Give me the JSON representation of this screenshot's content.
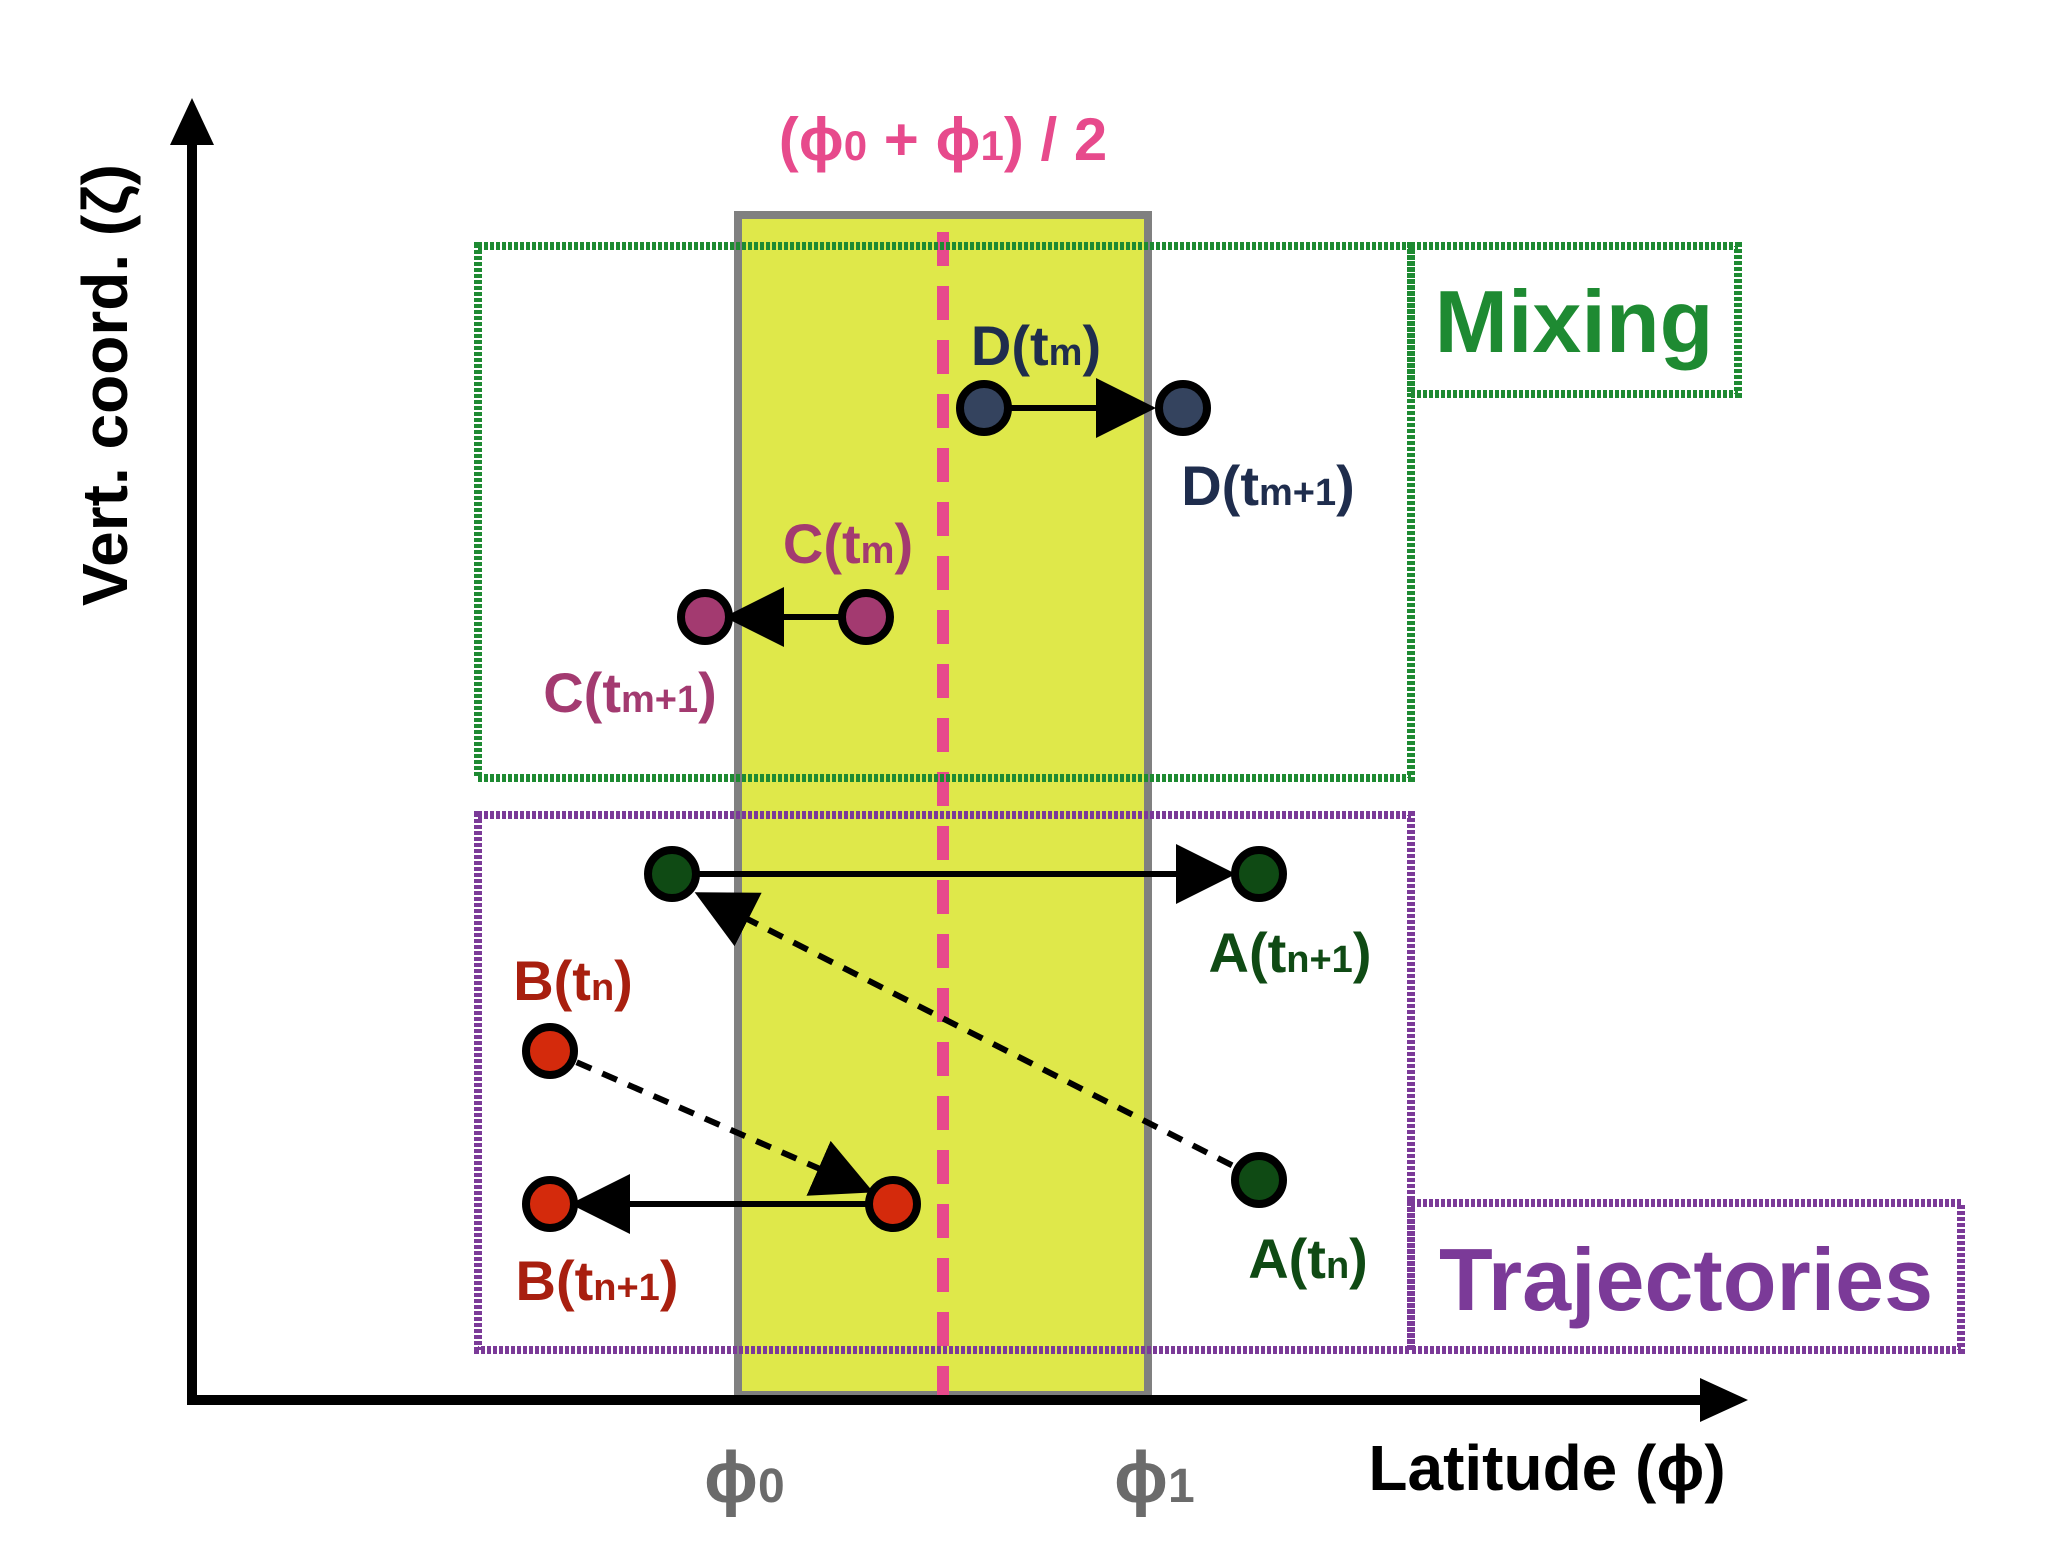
{
  "axes": {
    "y_label": "Vert. coord. (ζ)",
    "x_label": "Latitude (ϕ)",
    "ticks": [
      {
        "symbol": "ϕ",
        "sub": "0"
      },
      {
        "symbol": "ϕ",
        "sub": "1"
      }
    ]
  },
  "midline_label": {
    "open": "(ϕ",
    "sub0": "0",
    "plus": " + ϕ",
    "sub1": "1",
    "close": ") / 2"
  },
  "regions": {
    "mixing": "Mixing",
    "trajectories": "Trajectories"
  },
  "points": {
    "D_tm": {
      "base": "D(t",
      "sub": "m",
      "close": ")"
    },
    "D_tm1": {
      "base": "D(t",
      "sub": "m+1",
      "close": ")"
    },
    "C_tm": {
      "base": "C(t",
      "sub": "m",
      "close": ")"
    },
    "C_tm1": {
      "base": "C(t",
      "sub": "m+1",
      "close": ")"
    },
    "A_tn": {
      "base": "A(t",
      "sub": "n",
      "close": ")"
    },
    "A_tn1": {
      "base": "A(t",
      "sub": "n+1",
      "close": ")"
    },
    "B_tn": {
      "base": "B(t",
      "sub": "n",
      "close": ")"
    },
    "B_tn1": {
      "base": "B(t",
      "sub": "n+1",
      "close": ")"
    }
  },
  "colors": {
    "band_fill": "#dfe84a",
    "band_border": "#808080",
    "midline": "#e74a8c",
    "mixing": "#1e8a32",
    "trajectories": "#7b3a98",
    "point_A": "#0f4a14",
    "point_B": "#d42a0c",
    "point_C": "#a33a70",
    "point_D": "#34435e"
  }
}
